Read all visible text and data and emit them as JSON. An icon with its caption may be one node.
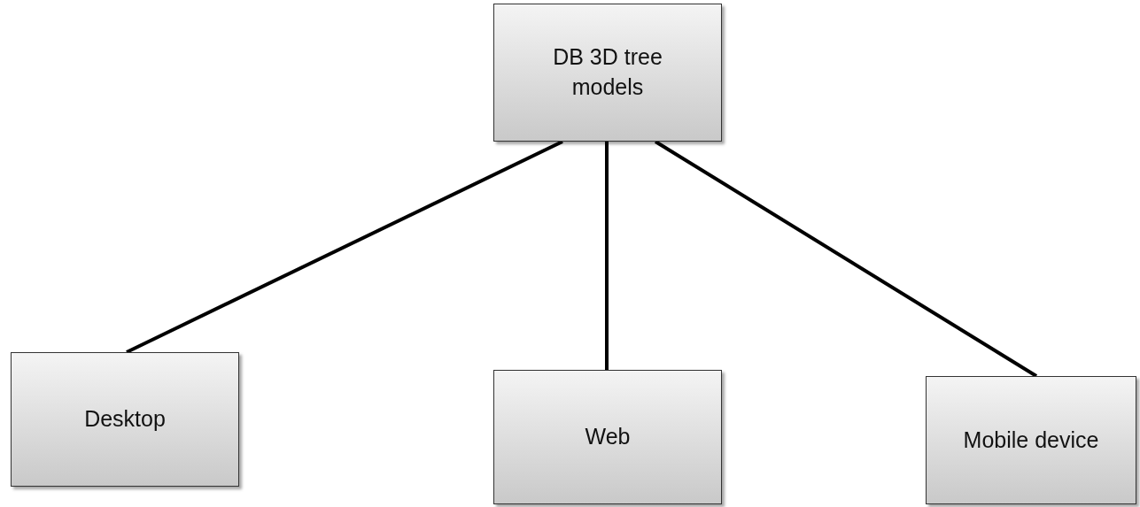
{
  "diagram": {
    "nodes": [
      {
        "text": [
          "DB 3D tree models"
        ]
      },
      {
        "text": [
          "Desktop"
        ]
      },
      {
        "text": [
          "Web"
        ]
      },
      {
        "text": [
          "Mobile device"
        ]
      }
    ],
    "edges": [
      {
        "from": 0,
        "to": 1,
        "arrow": "none"
      },
      {
        "from": 0,
        "to": 2,
        "arrow": "none"
      },
      {
        "from": 0,
        "to": 3,
        "arrow": "none"
      }
    ]
  }
}
